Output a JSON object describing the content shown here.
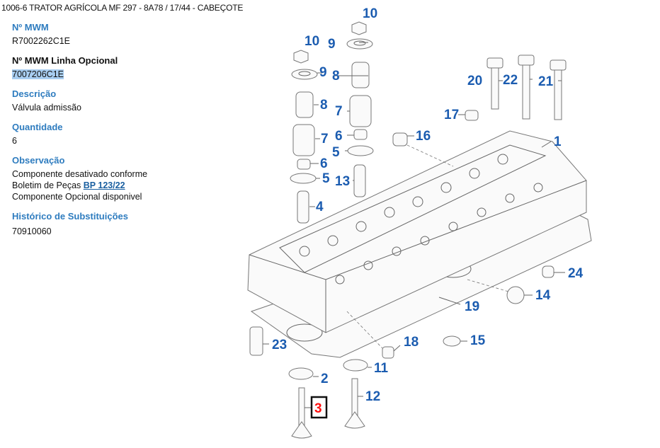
{
  "breadcrumb": {
    "text": "1006-6 TRATOR AGRÍCOLA MF 297 - 8A78  /  17/44 - CABEÇOTE"
  },
  "details": {
    "mwm": {
      "label": "Nº MWM",
      "value": "R7002262C1E"
    },
    "mwm_optional": {
      "label": "Nº MWM Linha Opcional",
      "value": "7007206C1E"
    },
    "description": {
      "label": "Descrição",
      "value": "Válvula admissão"
    },
    "quantity": {
      "label": "Quantidade",
      "value": "6"
    },
    "observation": {
      "label": "Observação",
      "line1": "Componente desativado conforme",
      "line2_prefix": "Boletim de Peças ",
      "line2_link": "BP 123/22",
      "line3": "Componente Opcional disponivel"
    },
    "history": {
      "label": "Histórico de Substituições",
      "value": "70910060"
    }
  },
  "colors": {
    "label_blue": "#2e7cbf",
    "callout_blue": "#1b5cb0",
    "selected_red": "#ff1010",
    "selection_highlight": "#a8cdf1"
  },
  "diagram": {
    "title": "exploded-view-cylinder-head",
    "selected_callout": "3",
    "callouts": {
      "c1": "1",
      "c2": "2",
      "c3": "3",
      "c4": "4",
      "c5a": "5",
      "c5b": "5",
      "c6a": "6",
      "c6b": "6",
      "c7a": "7",
      "c7b": "7",
      "c8a": "8",
      "c8b": "8",
      "c9a": "9",
      "c9b": "9",
      "c10a": "10",
      "c10b": "10",
      "c11": "11",
      "c12": "12",
      "c13": "13",
      "c14": "14",
      "c15": "15",
      "c16": "16",
      "c17": "17",
      "c18": "18",
      "c19": "19",
      "c20": "20",
      "c21": "21",
      "c22": "22",
      "c23": "23",
      "c24": "24"
    }
  }
}
